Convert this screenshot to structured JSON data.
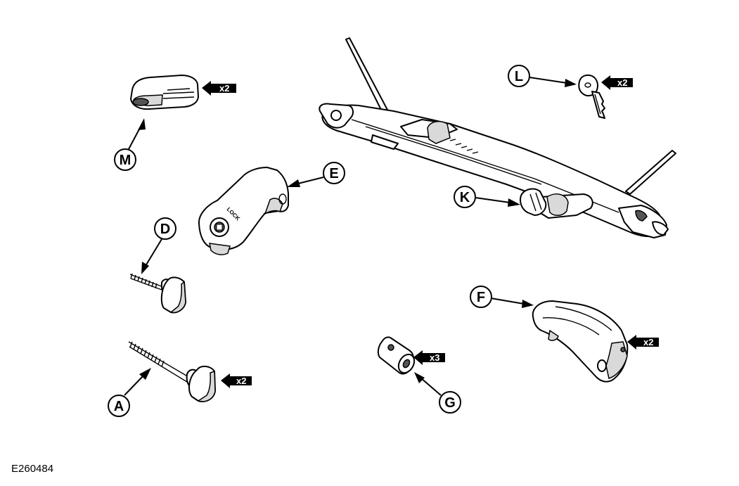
{
  "figure_ref": "E260484",
  "parts": [
    {
      "letter": "M",
      "quantity": "x2",
      "name": "rail-insert"
    },
    {
      "letter": "E",
      "quantity": "",
      "name": "lock-lever"
    },
    {
      "letter": "D",
      "quantity": "",
      "name": "short-thumb-screw"
    },
    {
      "letter": "A",
      "quantity": "x2",
      "name": "long-thumb-screw"
    },
    {
      "letter": "G",
      "quantity": "x3",
      "name": "threaded-nut"
    },
    {
      "letter": "F",
      "quantity": "x2",
      "name": "clamp-lever"
    },
    {
      "letter": "K",
      "quantity": "",
      "name": "bike-carrier"
    },
    {
      "letter": "L",
      "quantity": "x2",
      "name": "key"
    }
  ],
  "lock_engraving": "LOCK"
}
